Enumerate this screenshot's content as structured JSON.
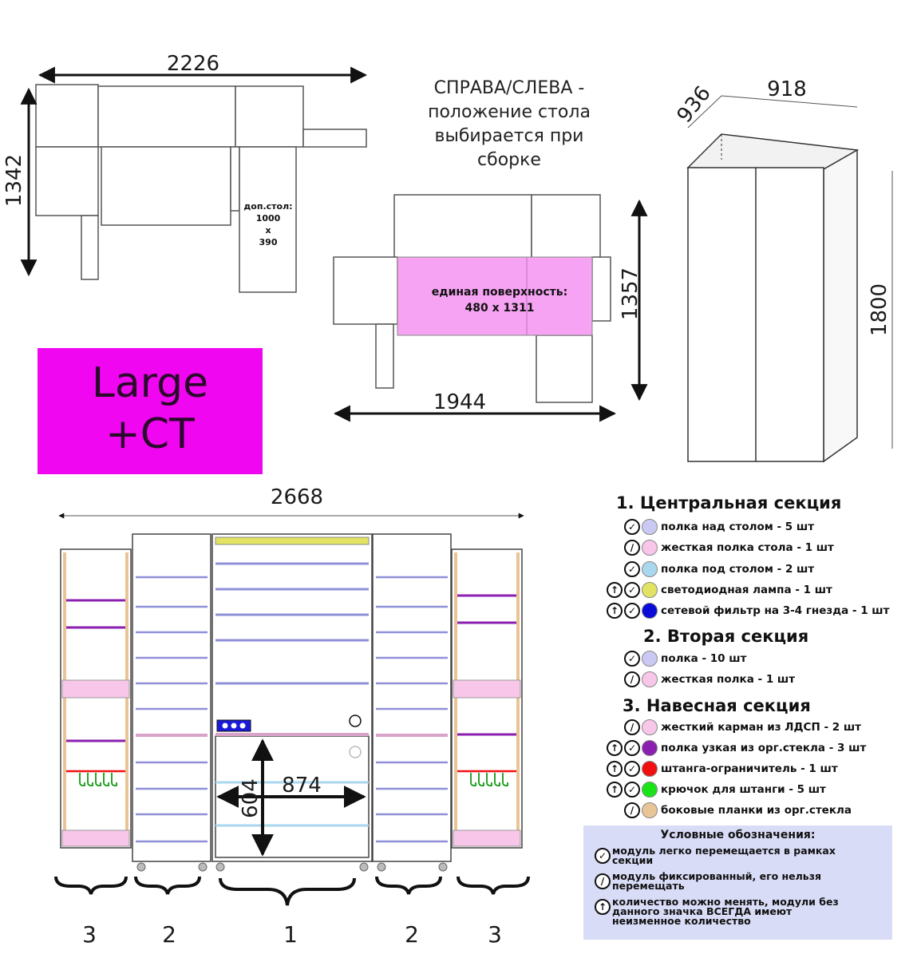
{
  "plan_top": {
    "width_dim": "2226",
    "depth_dim": "1342",
    "extra_table_label": "доп.стол:",
    "extra_table_size_1": "1000",
    "extra_table_size_x": "x",
    "extra_table_size_2": "390"
  },
  "position_note": {
    "lines": [
      "СПРАВА/СЛЕВА -",
      "положение стола",
      "выбирается при",
      "сборке"
    ]
  },
  "plan_middle": {
    "surface_label": "единая поверхность:",
    "surface_size": "480 x 1311",
    "width_dim": "1944",
    "depth_dim": "1357",
    "surface_color": "#f5a3f2"
  },
  "cabinet_3d": {
    "depth_dim": "936",
    "width_dim": "918",
    "height_dim": "1800"
  },
  "model_badge": {
    "line1": "Large",
    "line2": "+CT",
    "color": "#f006f0"
  },
  "front_view": {
    "total_width_dim": "2668",
    "desk_width_dim": "874",
    "desk_height_dim": "604",
    "section_numbers": [
      "3",
      "2",
      "1",
      "2",
      "3"
    ]
  },
  "legend": {
    "section1_title": "1. Центральная секция",
    "section1_items": [
      {
        "label": "полка над столом - 5 шт",
        "icons": [
          "check"
        ],
        "color": "#c9c9f3"
      },
      {
        "label": "жесткая полка стола - 1 шт",
        "icons": [
          "ban"
        ],
        "color": "#f7c6e8"
      },
      {
        "label": "полка под столом - 2 шт",
        "icons": [
          "check"
        ],
        "color": "#a9d7ee"
      },
      {
        "label": "светодиодная лампа - 1 шт",
        "icons": [
          "up",
          "check"
        ],
        "color": "#e2e363"
      },
      {
        "label": "сетевой фильтр на 3-4 гнезда - 1 шт",
        "icons": [
          "up",
          "check"
        ],
        "color": "#0a0ad9"
      }
    ],
    "section2_title": "2. Вторая секция",
    "section2_items": [
      {
        "label": "полка - 10 шт",
        "icons": [
          "check"
        ],
        "color": "#c9c9f3"
      },
      {
        "label": "жесткая полка - 1 шт",
        "icons": [
          "ban"
        ],
        "color": "#f7c6e8"
      }
    ],
    "section3_title": "3. Навесная секция",
    "section3_items": [
      {
        "label": "жесткий карман из ЛДСП - 2 шт",
        "icons": [
          "ban"
        ],
        "color": "#f7c6e8"
      },
      {
        "label": "полка узкая из орг.стекла - 3 шт",
        "icons": [
          "up",
          "check"
        ],
        "color": "#8b1fb0"
      },
      {
        "label": "штанга-ограничитель - 1 шт",
        "icons": [
          "up",
          "check"
        ],
        "color": "#f01010"
      },
      {
        "label": "крючок для штанги - 5 шт",
        "icons": [
          "up",
          "check"
        ],
        "color": "#18e418"
      },
      {
        "label": "боковые планки из орг.стекла",
        "icons": [
          "ban"
        ],
        "color": "#e8c496"
      }
    ]
  },
  "symbols": {
    "title": "Условные обозначения:",
    "items": [
      {
        "icon": "check",
        "lines": [
          "модуль легко перемещается в рамках",
          "секции"
        ]
      },
      {
        "icon": "ban",
        "lines": [
          "модуль фиксированный, его нельзя",
          "перемещать"
        ]
      },
      {
        "icon": "up",
        "lines": [
          "количество можно менять, модули без",
          "данного значка ВСЕГДА имеют",
          "неизменное количество"
        ]
      }
    ]
  }
}
